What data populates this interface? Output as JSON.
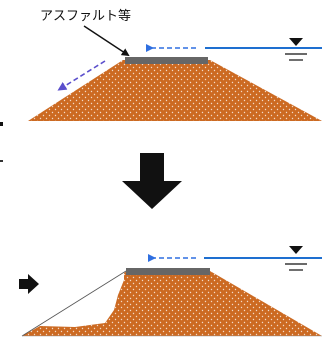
{
  "labels": {
    "asphalt": "アスファルト等"
  },
  "colors": {
    "embankment": "#CC6A22",
    "asphalt_layer": "#666666",
    "water_line": "#1E6FD0",
    "seepage_arrow": "#2F6FE0",
    "erosion_arrow": "#5B4FCC",
    "transition_arrow": "#111111"
  },
  "icons": {
    "water_level": "water-level-symbol",
    "transition": "down-arrow",
    "overtopping": "right-arrow"
  }
}
